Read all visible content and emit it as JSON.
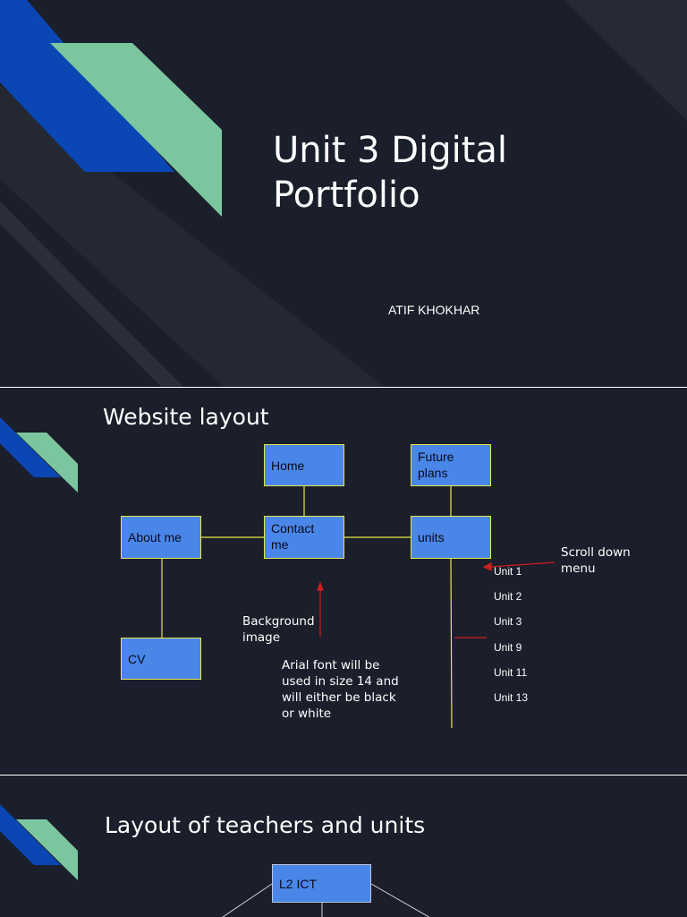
{
  "colors": {
    "background": "#1b1f2b",
    "accent_blue": "#0a47b5",
    "accent_green": "#7cc69f",
    "box_fill": "#4a86e8",
    "box_border": "#e6e64a",
    "connector": "#e6e64a",
    "arrow": "#cc1f1f"
  },
  "slides": [
    {
      "title_line1": "Unit 3 Digital",
      "title_line2": "Portfolio",
      "author": "ATIF KHOKHAR"
    },
    {
      "title": "Website layout",
      "boxes": {
        "home": "Home",
        "future_line1": "Future",
        "future_line2": "plans",
        "about": "About me",
        "contact_line1": "Contact",
        "contact_line2": "me",
        "units": "units",
        "cv": "CV"
      },
      "menu_items": [
        "Unit 1",
        "Unit 2",
        "Unit 3",
        "Unit 9",
        "Unit 11",
        "Unit 13"
      ],
      "annotations": {
        "scroll_line1": "Scroll down",
        "scroll_line2": "menu",
        "background_line1": "Background",
        "background_line2": "image",
        "font_note_line1": "Arial font will be",
        "font_note_line2": "used in size 14 and",
        "font_note_line3": "will either be black",
        "font_note_line4": "or white"
      }
    },
    {
      "title": "Layout of teachers and units",
      "root": "L2 ICT"
    }
  ]
}
